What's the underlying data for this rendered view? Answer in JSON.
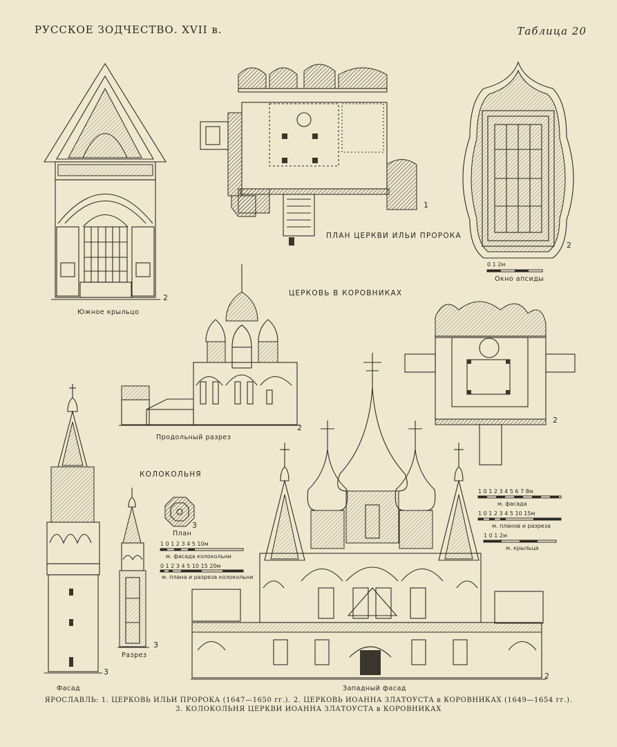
{
  "header": {
    "left_title": "РУССКОЕ ЗОДЧЕСТВО. XVII в.",
    "right_title": "Таблица 20"
  },
  "labels": {
    "south_porch": "Южное крыльцо",
    "plan_ilya": "ПЛАН ЦЕРКВИ ИЛЬИ ПРОРОКА",
    "apse_window": "Окно апсиды",
    "church_korovniki": "ЦЕРКОВЬ В КОРОВНИКАХ",
    "longitudinal_section": "Продольный разрез",
    "bell_tower": "КОЛОКОЛЬНЯ",
    "plan_small": "План",
    "facade": "Фасад",
    "section": "Разрез",
    "west_facade": "Западный фасад"
  },
  "figure_numbers": {
    "porch": "2",
    "plan_ilya": "1",
    "window": "2",
    "section_long": "2",
    "plan_korovniki": "2",
    "small_plan": "3",
    "bell_facade": "3",
    "bell_section": "3",
    "west_facade": "2"
  },
  "scales": {
    "window": {
      "ticks": "0      1      2м"
    },
    "facade": {
      "ticks": "1  0  1  2  3  4  5  6  7  8м",
      "caption": "м. фасада"
    },
    "plans": {
      "ticks": "1 0 1 2 3 4 5       10         15м",
      "caption": "м. планов и разреза"
    },
    "porch": {
      "ticks": "1    0    1    2м",
      "caption": "м. крыльца"
    },
    "belltower_facade": {
      "ticks": "1 0 1 2 3 4 5                    10м",
      "caption": "м. фасада колокольни"
    },
    "belltower_plan": {
      "ticks": "0 1 2 3 4 5      10      15      20м",
      "caption": "м. плана и разреза колокольни"
    }
  },
  "caption": {
    "line1": "ЯРОСЛАВЛЬ: 1. ЦЕРКОВЬ ИЛЬИ ПРОРОКА (1647—1650 гг.). 2. ЦЕРКОВЬ ИОАННА ЗЛАТОУСТА в КОРОВНИКАХ (1649—1654 гг.).",
    "line2": "3. КОЛОКОЛЬНЯ ЦЕРКВИ ИОАННА ЗЛАТОУСТА в КОРОВНИКАХ"
  }
}
